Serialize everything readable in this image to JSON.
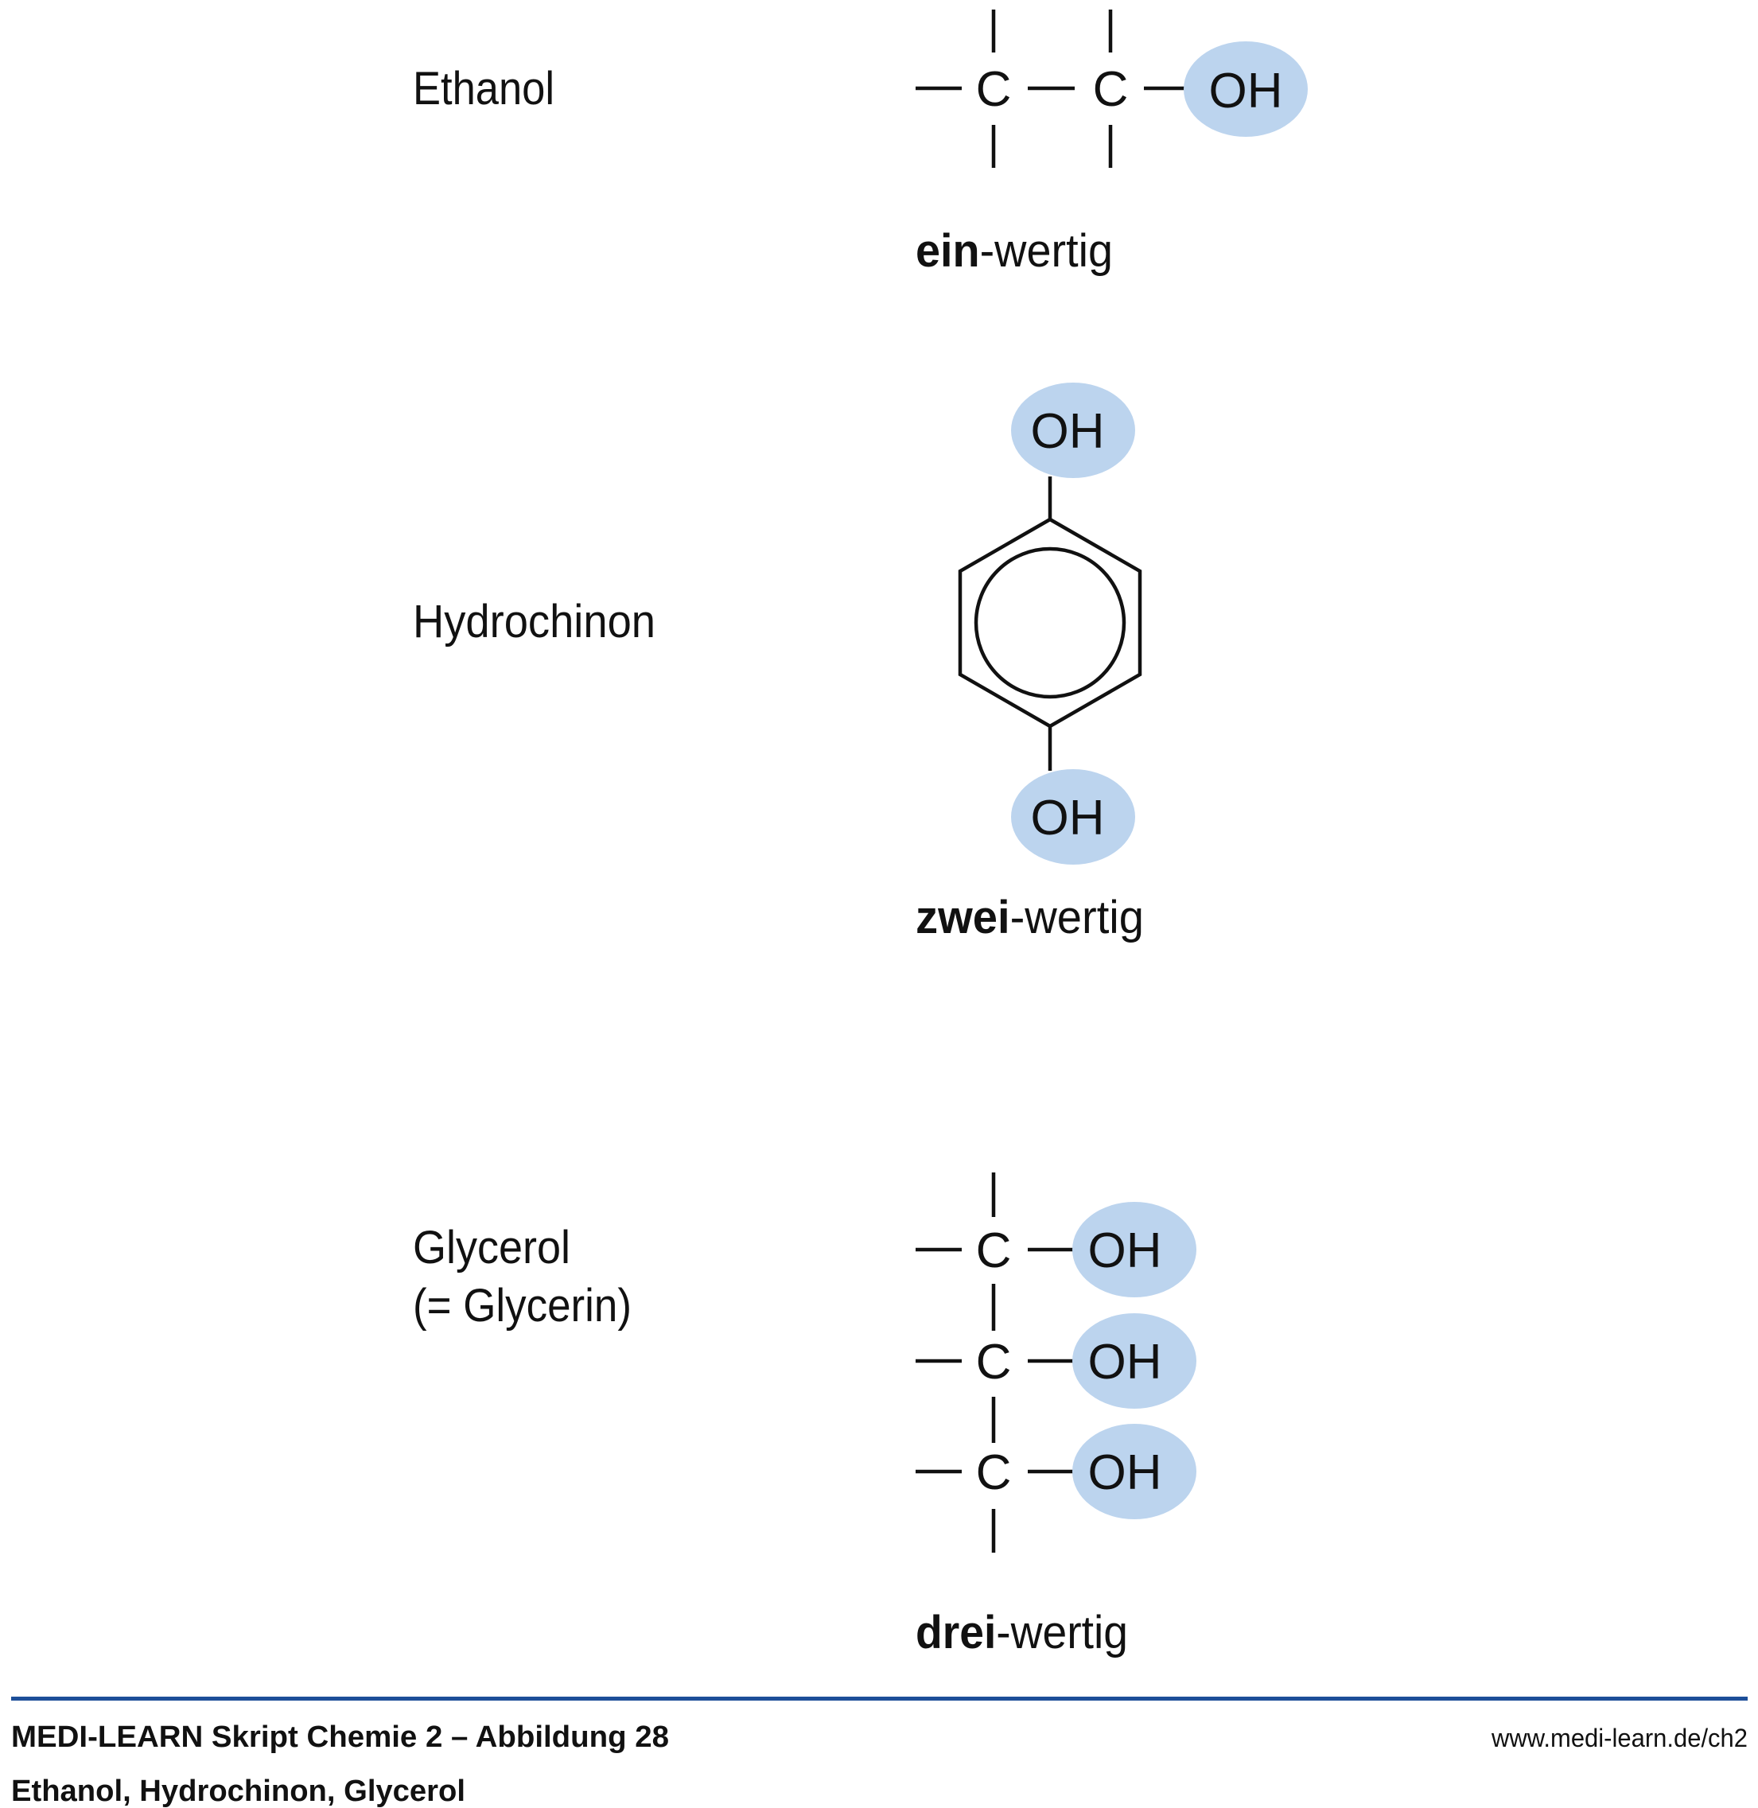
{
  "compounds": {
    "ethanol": {
      "name": "Ethanol",
      "atoms": [
        "C",
        "C",
        "OH"
      ],
      "valence_bold": "ein",
      "valence_rest": "-wertig"
    },
    "hydrochinon": {
      "name": "Hydrochinon",
      "atoms": [
        "OH",
        "OH"
      ],
      "valence_bold": "zwei",
      "valence_rest": "-wertig"
    },
    "glycerol": {
      "name": "Glycerol",
      "alt_name": "(= Glycerin)",
      "atoms": [
        "C",
        "OH",
        "C",
        "OH",
        "C",
        "OH"
      ],
      "valence_bold": "drei",
      "valence_rest": "-wertig"
    }
  },
  "footer": {
    "title": "MEDI-LEARN Skript Chemie 2 – Abbildung 28",
    "subtitle": "Ethanol, Hydrochinon, Glycerol",
    "url": "www.medi-learn.de/ch2"
  },
  "colors": {
    "highlight": "#bcd4ee",
    "rule": "#1d4f99"
  }
}
